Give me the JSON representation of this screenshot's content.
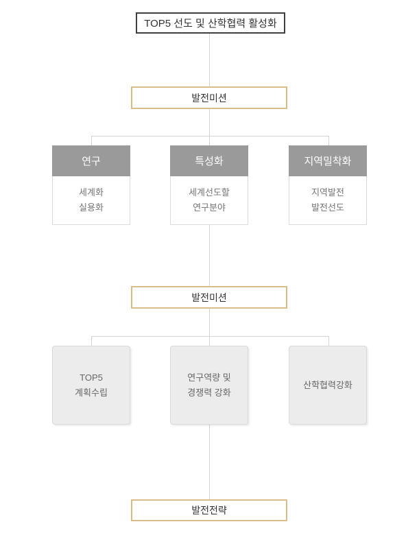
{
  "colors": {
    "goal_border": "#3f3f3f",
    "accent_border": "#d9bd84",
    "category_header_bg": "#9a9a9a",
    "strategy_box_bg": "#ececec",
    "connector": "#d4d4d4"
  },
  "diagram": {
    "goal": {
      "label": "TOP5 선도 및 산학협력 활성화"
    },
    "mission1": {
      "label": "발전미션"
    },
    "categories": [
      {
        "title": "연구",
        "lines": [
          "세계화",
          "실용화"
        ]
      },
      {
        "title": "특성화",
        "lines": [
          "세계선도할",
          "연구분야"
        ]
      },
      {
        "title": "지역밀착화",
        "lines": [
          "지역발전",
          "발전선도"
        ]
      }
    ],
    "mission2": {
      "label": "발전미션"
    },
    "strategies": [
      {
        "lines": [
          "TOP5",
          "계획수립"
        ]
      },
      {
        "lines": [
          "연구역량 및",
          "경쟁력 강화"
        ]
      },
      {
        "lines": [
          "산학협력강화"
        ]
      }
    ],
    "strategy": {
      "label": "발전전략"
    }
  }
}
